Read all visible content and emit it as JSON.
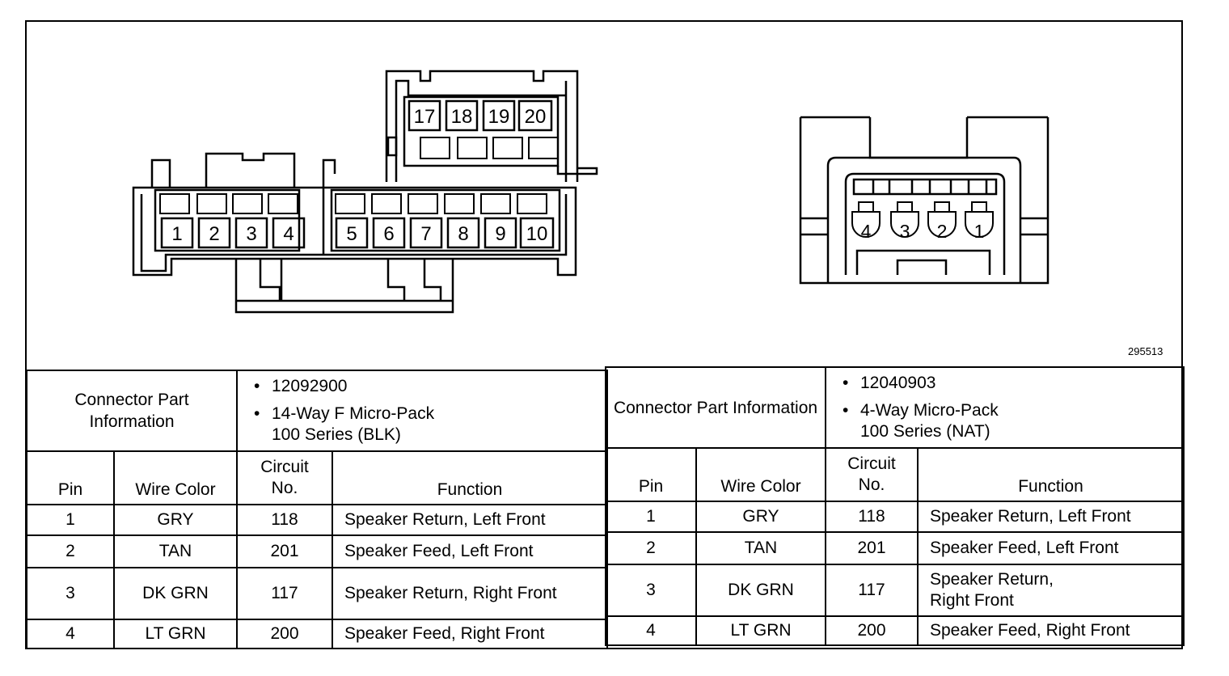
{
  "figure_id": "295513",
  "connectors": [
    {
      "pins_labels": [
        "1",
        "2",
        "3",
        "4",
        "5",
        "6",
        "7",
        "8",
        "9",
        "10",
        "17",
        "18",
        "19",
        "20"
      ],
      "info_label": "Connector Part Information",
      "part_number": "12092900",
      "description_line1": "14-Way F Micro-Pack",
      "description_line2": "100 Series (BLK)",
      "headers": {
        "pin": "Pin",
        "wire_color": "Wire Color",
        "circuit1": "Circuit",
        "circuit2": "No.",
        "function": "Function"
      },
      "rows": [
        {
          "pin": "1",
          "color": "GRY",
          "circuit": "118",
          "function": "Speaker Return, Left Front"
        },
        {
          "pin": "2",
          "color": "TAN",
          "circuit": "201",
          "function": "Speaker Feed, Left Front"
        },
        {
          "pin": "3",
          "color": "DK GRN",
          "circuit": "117",
          "function": "Speaker Return, Right Front"
        },
        {
          "pin": "4",
          "color": "LT GRN",
          "circuit": "200",
          "function": "Speaker Feed, Right Front"
        }
      ]
    },
    {
      "pins_labels": [
        "4",
        "3",
        "2",
        "1"
      ],
      "info_label": "Connector Part Information",
      "part_number": "12040903",
      "description_line1": "4-Way Micro-Pack",
      "description_line2": "100 Series (NAT)",
      "headers": {
        "pin": "Pin",
        "wire_color": "Wire Color",
        "circuit1": "Circuit",
        "circuit2": "No.",
        "function": "Function"
      },
      "rows": [
        {
          "pin": "1",
          "color": "GRY",
          "circuit": "118",
          "function": "Speaker Return, Left Front"
        },
        {
          "pin": "2",
          "color": "TAN",
          "circuit": "201",
          "function": "Speaker Feed, Left Front"
        },
        {
          "pin": "3",
          "color": "DK GRN",
          "circuit": "117",
          "function": "Speaker Return,",
          "function2": "Right Front"
        },
        {
          "pin": "4",
          "color": "LT GRN",
          "circuit": "200",
          "function": "Speaker Feed, Right Front"
        }
      ]
    }
  ]
}
